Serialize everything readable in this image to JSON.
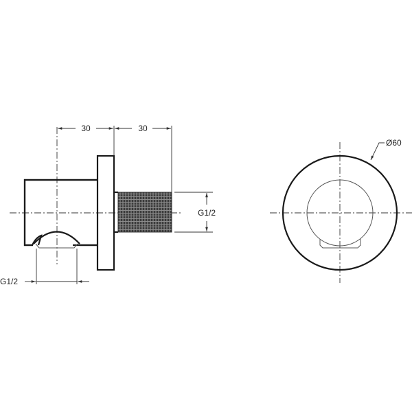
{
  "drawing": {
    "views": {
      "side": {
        "name": "side-view"
      },
      "front": {
        "name": "front-view"
      }
    },
    "dimensions": {
      "width_body": "30",
      "width_thread": "30",
      "thread_outlet": "G1/2",
      "thread_inlet": "G1/2",
      "diameter": "Ø60"
    },
    "colors": {
      "line": "#1a1a1a",
      "thread_fill": "#555555",
      "background": "#ffffff"
    }
  }
}
